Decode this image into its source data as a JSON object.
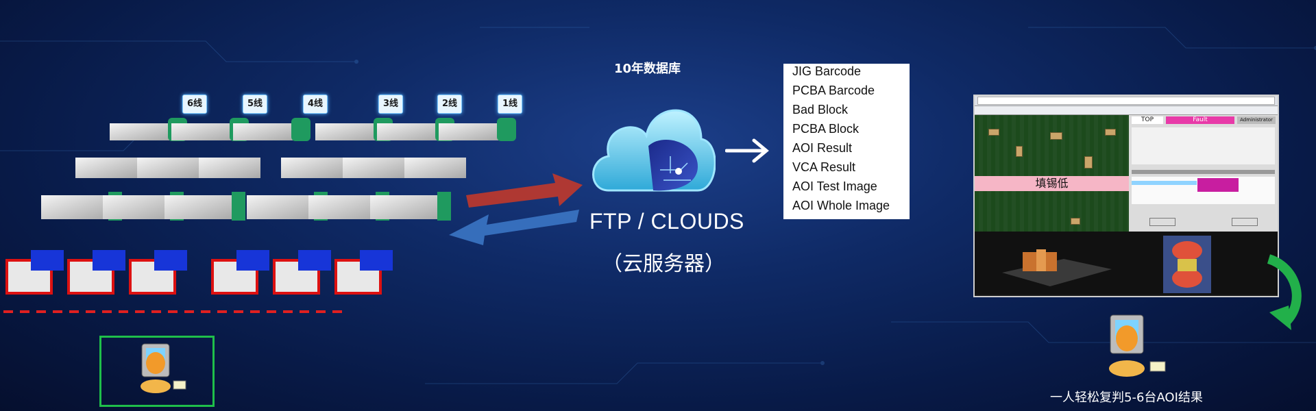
{
  "line_labels": [
    "6线",
    "5线",
    "4线",
    "3线",
    "2线",
    "1线"
  ],
  "db_title": "10年数据库",
  "server_title": "FTP / CLOUDS",
  "server_subtitle": "（云服务器）",
  "data_fields": [
    "JIG Barcode",
    "PCBA Barcode",
    "Bad Block",
    "PCBA Block",
    "AOI Result",
    "VCA Result",
    "AOI Test Image",
    "AOI Whole Image"
  ],
  "review_screen": {
    "tab_top": "TOP",
    "tab_fault": "Fault",
    "user": "Administrator",
    "defect_label": "填锡低"
  },
  "caption": "一人轻松复判5-6台AOI结果",
  "colors": {
    "background": "#0f2a66",
    "upload_arrow": "#c0392b",
    "download_arrow": "#3b76c4",
    "operator_frame": "#1fbf4a",
    "fault_tab": "#e83aa8",
    "defect_bar": "#f6b6c6"
  }
}
